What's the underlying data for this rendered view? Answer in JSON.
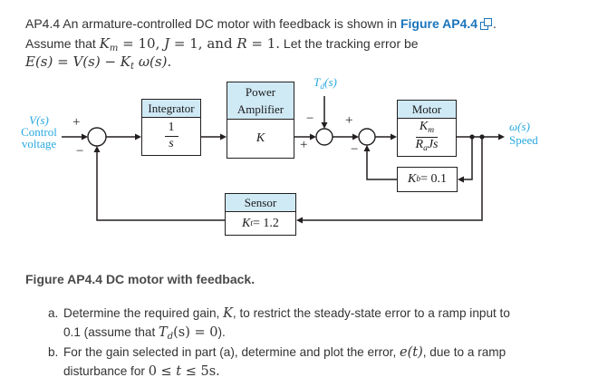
{
  "colors": {
    "accent_cyan": "#29a9e0",
    "link_blue": "#1b75bc",
    "block_header_fill": "#cfe9f5",
    "line_black": "#231f20",
    "body_text": "#333333"
  },
  "problem": {
    "line1": {
      "text": "AP4.4 An armature-controlled DC motor with feedback is shown in ",
      "link": "Figure AP4.4",
      "period": "."
    },
    "line2": {
      "pre": "Assume that ",
      "km_base": "K",
      "km_sub": "m",
      "km_val": " = 10, ",
      "j_var": "J",
      "j_val": " = 1, and ",
      "r_var": "R",
      "r_val": " = 1.",
      "post": " Let the tracking error be"
    },
    "line3": {
      "pre": "E(s) = V(s) − K",
      "sub": "t",
      "post": " ω(s)."
    }
  },
  "diagram": {
    "input_label": {
      "l1": "V(s)",
      "l2": "Control",
      "l3": "voltage"
    },
    "disturbance": {
      "base": "T",
      "sub": "d",
      "rest": "(s)"
    },
    "output_label": {
      "l1": "ω(s)",
      "l2": "Speed"
    },
    "signs": {
      "plus": "+",
      "minus": "−"
    },
    "integrator": {
      "title": "Integrator",
      "num": "1",
      "den": "s"
    },
    "amplifier": {
      "title1": "Power",
      "title2": "Amplifier",
      "gain": "K"
    },
    "motor": {
      "title": "Motor",
      "num_base": "K",
      "num_sub": "m",
      "den1": "R",
      "den1_sub": "a",
      "den2": "Js"
    },
    "kb_block": {
      "base": "K",
      "sub": "b",
      "val": " = 0.1"
    },
    "sensor": {
      "title": "Sensor",
      "base": "K",
      "sub": "t",
      "val": " = 1.2"
    }
  },
  "caption": "Figure AP4.4 DC motor with feedback.",
  "tasks": {
    "a": {
      "marker": "a.",
      "l1_pre": "Determine the required gain, ",
      "l1_k": "K",
      "l1_post": ", to restrict the steady-state error to a ramp input to",
      "l2_pre": "0.1 (assume that ",
      "l2_t": "T",
      "l2_sub": "d",
      "l2_mid": "(s) = 0",
      "l2_post": ")."
    },
    "b": {
      "marker": "b.",
      "l1_pre": "For the gain selected in part (a), determine and plot the error, ",
      "l1_e": "e(t)",
      "l1_post": ", due to a ramp",
      "l2_pre": "disturbance for ",
      "l2_ineq_pre": "0 ≤ ",
      "l2_t": "t",
      "l2_ineq_post": " ≤ 5s."
    }
  }
}
